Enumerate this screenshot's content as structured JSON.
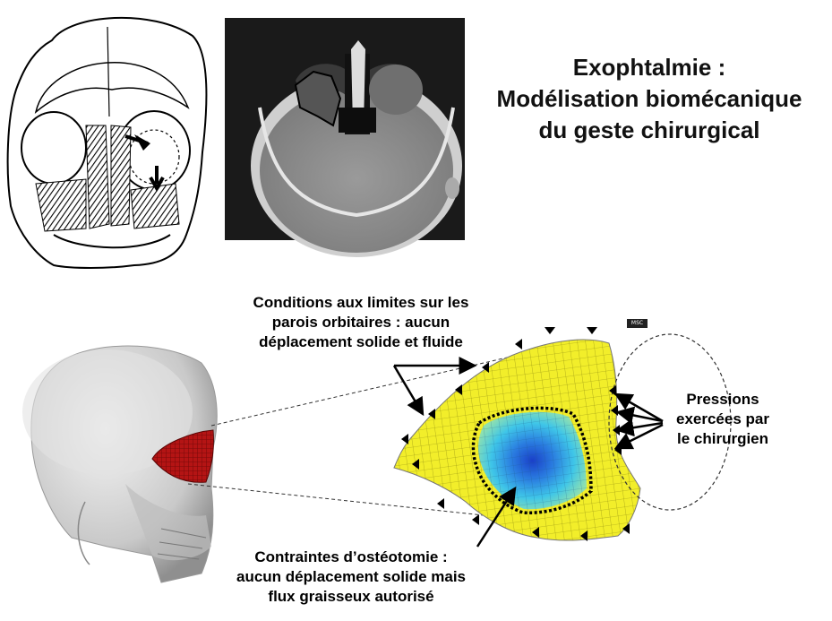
{
  "title": {
    "line1": "Exophtalmie :",
    "line2": "Modélisation biomécanique",
    "line3": "du geste chirurgical"
  },
  "labels": {
    "conditions": [
      "Conditions aux limites sur les",
      "parois orbitaires : aucun",
      "déplacement solide et fluide"
    ],
    "pressions": [
      "Pressions",
      "exercées par",
      "le chirurgien"
    ],
    "contraintes": [
      "Contraintes d’ostéotomie :",
      "aucun déplacement solide mais",
      "flux graisseux autorisé"
    ]
  },
  "logo": "MSC",
  "colors": {
    "mesh_yellow": "#f2ee2a",
    "pressure_cyan": "#3fc6e8",
    "pressure_blue": "#1f4fd0",
    "ct_gray": "#8d8d8d",
    "skull_red": "#c01818"
  }
}
